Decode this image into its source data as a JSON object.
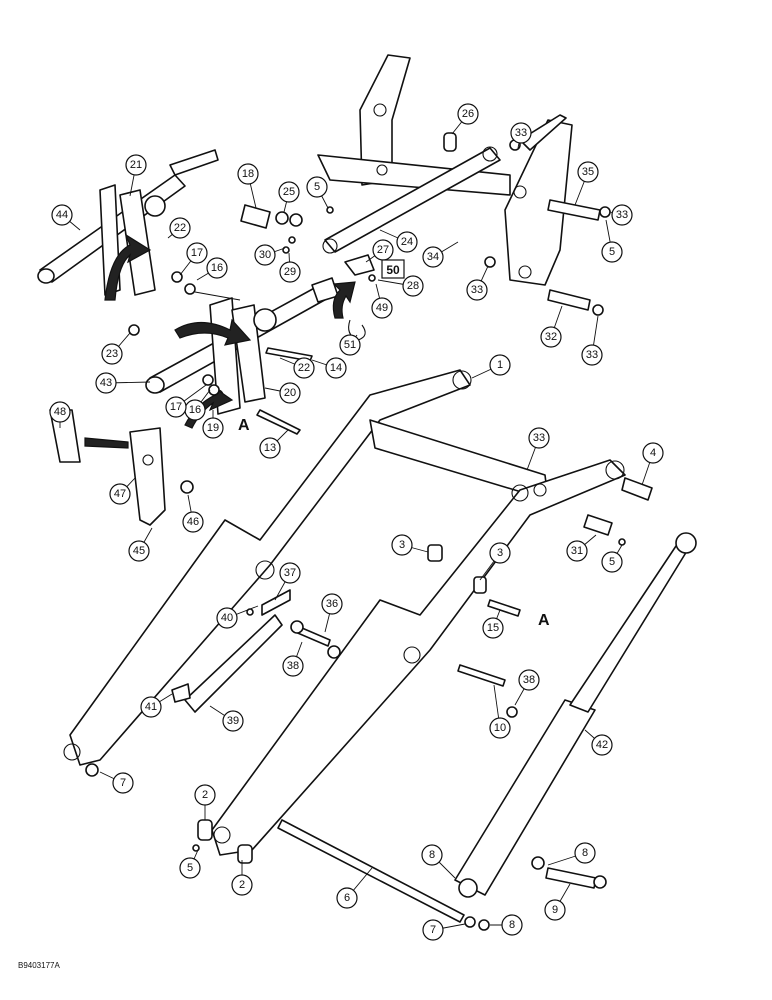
{
  "diagram": {
    "figure_id": "B9403177A",
    "section_marks": [
      "A",
      "A"
    ],
    "boxed_callout": "50",
    "callouts": [
      {
        "n": "1"
      },
      {
        "n": "2"
      },
      {
        "n": "2"
      },
      {
        "n": "3"
      },
      {
        "n": "3"
      },
      {
        "n": "4"
      },
      {
        "n": "5"
      },
      {
        "n": "5"
      },
      {
        "n": "5"
      },
      {
        "n": "5"
      },
      {
        "n": "6"
      },
      {
        "n": "7"
      },
      {
        "n": "7"
      },
      {
        "n": "8"
      },
      {
        "n": "8"
      },
      {
        "n": "8"
      },
      {
        "n": "9"
      },
      {
        "n": "10"
      },
      {
        "n": "13"
      },
      {
        "n": "14"
      },
      {
        "n": "15"
      },
      {
        "n": "16"
      },
      {
        "n": "16"
      },
      {
        "n": "17"
      },
      {
        "n": "17"
      },
      {
        "n": "18"
      },
      {
        "n": "19"
      },
      {
        "n": "20"
      },
      {
        "n": "21"
      },
      {
        "n": "22"
      },
      {
        "n": "22"
      },
      {
        "n": "23"
      },
      {
        "n": "24"
      },
      {
        "n": "25"
      },
      {
        "n": "26"
      },
      {
        "n": "27"
      },
      {
        "n": "28"
      },
      {
        "n": "29"
      },
      {
        "n": "30"
      },
      {
        "n": "31"
      },
      {
        "n": "32"
      },
      {
        "n": "33"
      },
      {
        "n": "33"
      },
      {
        "n": "33"
      },
      {
        "n": "33"
      },
      {
        "n": "33"
      },
      {
        "n": "34"
      },
      {
        "n": "35"
      },
      {
        "n": "36"
      },
      {
        "n": "37"
      },
      {
        "n": "38"
      },
      {
        "n": "38"
      },
      {
        "n": "39"
      },
      {
        "n": "40"
      },
      {
        "n": "41"
      },
      {
        "n": "42"
      },
      {
        "n": "43"
      },
      {
        "n": "44"
      },
      {
        "n": "45"
      },
      {
        "n": "46"
      },
      {
        "n": "47"
      },
      {
        "n": "48"
      },
      {
        "n": "49"
      },
      {
        "n": "51"
      }
    ]
  }
}
